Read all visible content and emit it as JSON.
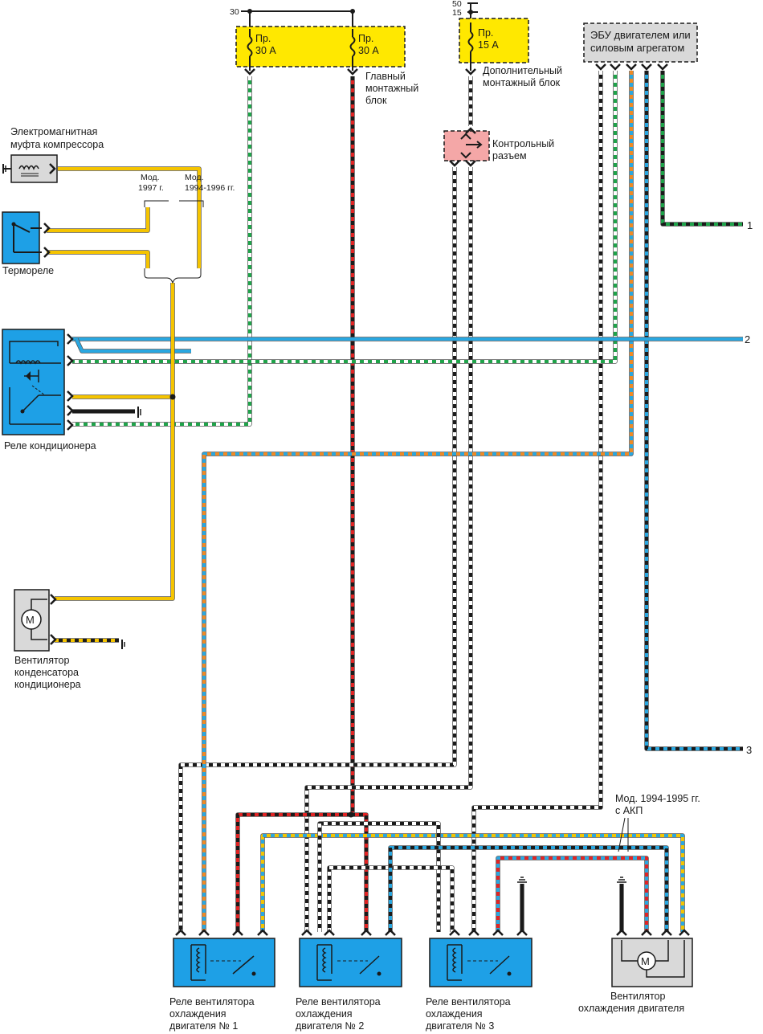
{
  "colors": {
    "yellow": "#f5c400",
    "green": "#1fa34a",
    "blue": "#2aa7e0",
    "orange": "#f08a24",
    "red": "#e02424",
    "black": "#1a1a1a",
    "fuse_bg": "#ffe800",
    "relay_bg": "#1ea0e6",
    "connector_bg": "#f4a7a7",
    "ecu_bg": "#d9d9d9"
  },
  "labels": {
    "power_30": "30",
    "power_50": "50",
    "power_15": "15",
    "fuse1_line1": "Пр.",
    "fuse1_line2": "30 А",
    "fuse2_line1": "Пр.",
    "fuse2_line2": "30 А",
    "fuse3_line1": "Пр.",
    "fuse3_line2": "15 А",
    "main_block_1": "Главный",
    "main_block_2": "монтажный",
    "main_block_3": "блок",
    "aux_block_1": "Дополнительный",
    "aux_block_2": "монтажный блок",
    "control_conn_1": "Контрольный",
    "control_conn_2": "разъем",
    "ecu_1": "ЭБУ двигателем или",
    "ecu_2": "силовым агрегатом",
    "clutch_1": "Электромагнитная",
    "clutch_2": "муфта компрессора",
    "mod1997_1": "Мод.",
    "mod1997_2": "1997 г.",
    "mod9496_1": "Мод.",
    "mod9496_2": "1994-1996 гг.",
    "thermo": "Термореле",
    "ac_relay": "Реле кондиционера",
    "cond_fan_1": "Вентилятор",
    "cond_fan_2": "конденсатора",
    "cond_fan_3": "кондиционера",
    "motor_letter": "M",
    "out_1": "1",
    "out_2": "2",
    "out_3": "3",
    "mod9495_1": "Мод. 1994-1995 гг.",
    "mod9495_2": "с АКП",
    "relay1_1": "Реле вентилятора",
    "relay1_2": "охлаждения",
    "relay1_3": "двигателя № 1",
    "relay2_1": "Реле вентилятора",
    "relay2_2": "охлаждения",
    "relay2_3": "двигателя № 2",
    "relay3_1": "Реле вентилятора",
    "relay3_2": "охлаждения",
    "relay3_3": "двигателя № 3",
    "eng_fan_1": "Вентилятор",
    "eng_fan_2": "охлаждения двигателя"
  }
}
